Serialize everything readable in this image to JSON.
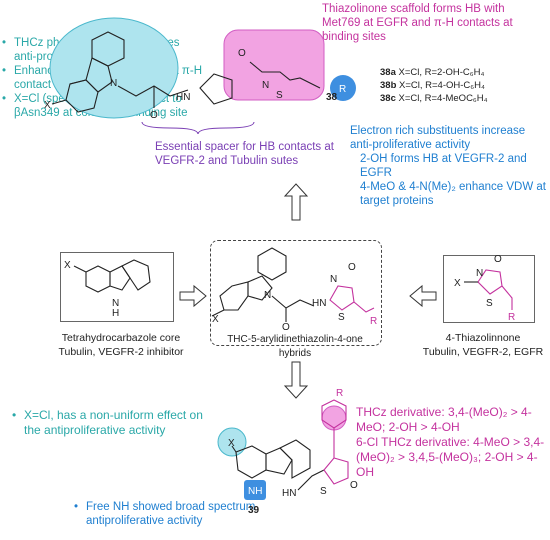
{
  "top_left_bullets": [
    "THCz pharmacophore increases anti-proliferative activity",
    "Enhanced hydrophobic affinity & π-H contact at target proteins",
    "X=Cl (specific halogen contact to βAsn349 at colchicine binding site"
  ],
  "top_right_note": "Thiazolinone scaffold forms HB with Met769 at EGFR and π-H contacts at binding sites",
  "compound_38_label": "38",
  "variants": [
    {
      "id": "38a",
      "desc": "X=Cl, R=2-OH-C₆H₄"
    },
    {
      "id": "38b",
      "desc": "X=Cl, R=4-OH-C₆H₄"
    },
    {
      "id": "38c",
      "desc": "X=Cl, R=4-MeOC₆H₄"
    }
  ],
  "spacer_note": "Essential spacer for HB contacts at VEGFR-2 and Tubulin sutes",
  "electron_rich_note": "Electron rich substituents increase anti-proliferative activity",
  "electron_rich_details": [
    "2-OH forms HB at VEGFR-2 and EGFR",
    "4-MeO & 4-N(Me)₂ enhance VDW at target proteins"
  ],
  "left_box_caption": [
    "Tetrahydrocarbazole core",
    "Tubulin, VEGFR-2 inhibitor"
  ],
  "center_caption": "THC-5-arylidinethiazolin-4-one hybrids",
  "right_box_caption": [
    "4-Thiazolinnone",
    "Tubulin, VEGFR-2, EGFR"
  ],
  "bottom_left_bullet": "X=Cl, has a non-uniform effect on the antiproliferative activity",
  "bottom_free_nh": "Free NH showed broad spectrum antiproliferative activity",
  "bottom_right_lines": [
    "THCz derivative: 3,4-(MeO)₂ > 4-MeO; 2-OH > 4-OH",
    "6-Cl THCz derivative: 4-MeO > 3,4-(MeO)₂ > 3,4,5-(MeO)₃; 2-OH > 4-OH"
  ],
  "compound_39_label": "39",
  "atoms": {
    "X": "X",
    "N": "N",
    "NH": "NH",
    "H": "H",
    "O": "O",
    "S": "S",
    "R": "R",
    "HN": "HN"
  },
  "colors": {
    "teal": "#2aa8a8",
    "magenta": "#c4329e",
    "blue": "#1f7fd0",
    "purple": "#7a3fb4"
  }
}
